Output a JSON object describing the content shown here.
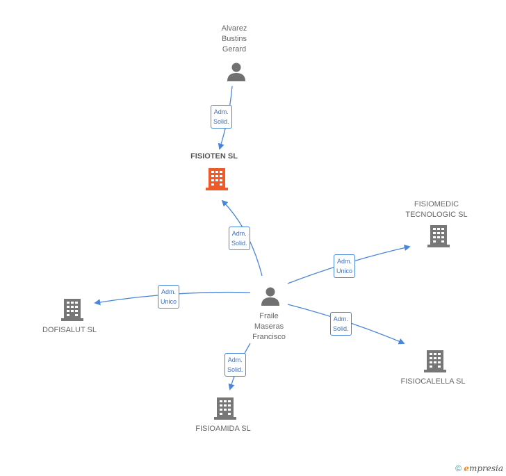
{
  "nodes": {
    "alvarez": [
      "Alvarez",
      "Bustins",
      "Gerard"
    ],
    "fisioten": "FISIOTEN SL",
    "fisiomedic": [
      "FISIOMEDIC",
      "TECNOLOGIC SL"
    ],
    "fraile": [
      "Fraile",
      "Maseras",
      "Francisco"
    ],
    "dofisalut": "DOFISALUT SL",
    "fisiocalella": "FISIOCALELLA SL",
    "fisioamida": "FISIOAMIDA SL"
  },
  "edges": {
    "alvarez_fisioten": [
      "Adm.",
      "Solid."
    ],
    "fraile_fisioten": [
      "Adm.",
      "Solid."
    ],
    "fraile_fisiomedic": [
      "Adm.",
      "Unico"
    ],
    "fraile_dofisalut": [
      "Adm.",
      "Unico"
    ],
    "fraile_fisiocalella": [
      "Adm.",
      "Solid."
    ],
    "fraile_fisioamida": [
      "Adm.",
      "Solid."
    ]
  },
  "footer": {
    "copyright": "©",
    "brand_initial": "e",
    "brand_rest": "mpresia"
  },
  "colors": {
    "edge": "#4a86d8",
    "company": "#777777",
    "highlight": "#f05a28",
    "person": "#707070"
  }
}
